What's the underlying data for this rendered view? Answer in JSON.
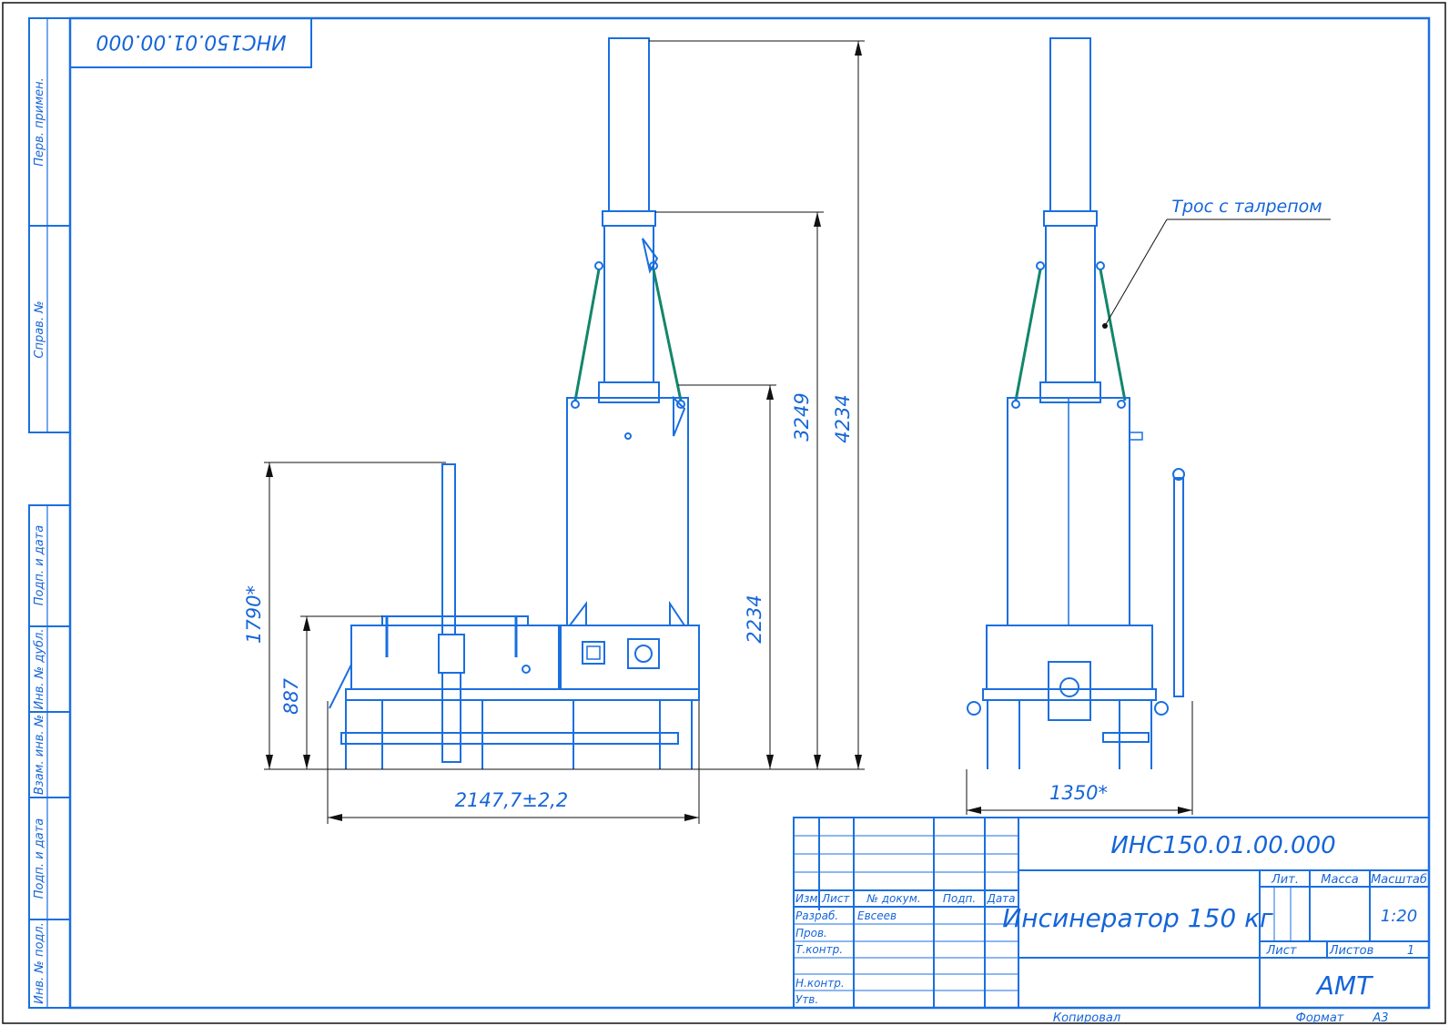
{
  "drawing": {
    "code": "ИНС150.01.00.000",
    "code_mirrored": "ИНС150.01.00.000",
    "title": "Инсинератор 150 кг",
    "organization": "АМТ",
    "scale": "1:20",
    "sheet_total": "1",
    "developer": "Евсеев"
  },
  "title_block": {
    "h_izm": "Изм.",
    "h_list": "Лист",
    "h_doc": "№ докум.",
    "h_sign": "Подп.",
    "h_date": "Дата",
    "r_razrab": "Разраб.",
    "r_prov": "Пров.",
    "r_tkontr": "Т.контр.",
    "r_nkontr": "Н.контр.",
    "r_utv": "Утв.",
    "h_lit": "Лит.",
    "h_mass": "Масса",
    "h_scale": "Масштаб",
    "h_sheet": "Лист",
    "h_sheets": "Листов"
  },
  "side_stamps": {
    "perv_primen": "Перв. примен.",
    "sprav_no": "Справ. №",
    "podp_data_1": "Подп. и дата",
    "inv_dubl": "Инв. № дубл.",
    "vzam_inv": "Взам. инв. №",
    "podp_data_2": "Подп. и дата",
    "inv_podl": "Инв. № подл."
  },
  "dimensions": {
    "overall_height": "4234",
    "height_to_flange": "3249",
    "height_to_body_top": "2234",
    "loader_height": "1790*",
    "deck_height": "887",
    "front_length": "2147,7±2,2",
    "side_width": "1350*"
  },
  "annotations": {
    "cable_label": "Трос с талрепом"
  },
  "footer": {
    "copied": "Копировал",
    "format_label": "Формат",
    "format_value": "А3"
  },
  "colors": {
    "line": "#1a6fe0",
    "text": "#1565d8",
    "cable": "#12866b",
    "frame": "#111111"
  }
}
